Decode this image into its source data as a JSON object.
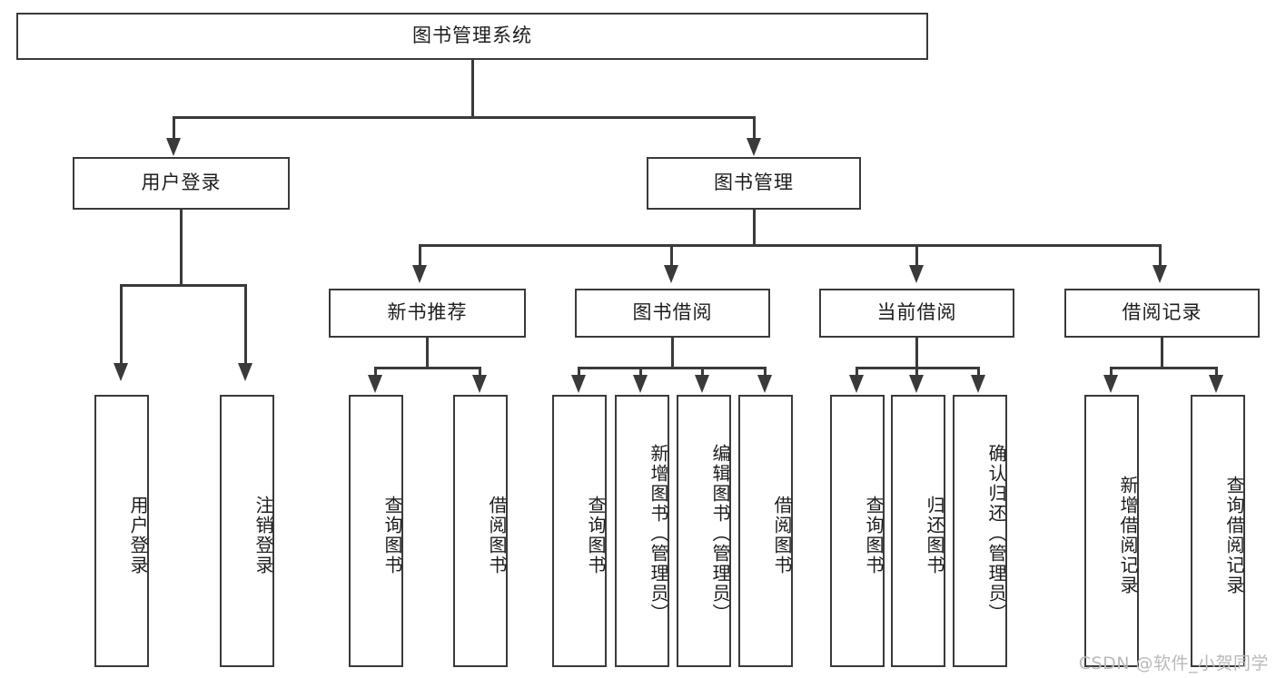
{
  "diagram": {
    "title": "图书管理系统",
    "type": "hierarchy-tree",
    "root": {
      "label": "图书管理系统"
    },
    "level2": [
      {
        "label": "用户登录"
      },
      {
        "label": "图书管理"
      }
    ],
    "level3": [
      {
        "label": "新书推荐"
      },
      {
        "label": "图书借阅"
      },
      {
        "label": "当前借阅"
      },
      {
        "label": "借阅记录"
      }
    ],
    "leaves": {
      "user_login": [
        {
          "label": "用户登录"
        },
        {
          "label": "注销登录"
        }
      ],
      "new_book_recommend": [
        {
          "label": "查询图书"
        },
        {
          "label": "借阅图书"
        }
      ],
      "book_borrow": [
        {
          "label": "查询图书"
        },
        {
          "label": "新增图书（管理员）"
        },
        {
          "label": "编辑图书（管理员）"
        },
        {
          "label": "借阅图书"
        }
      ],
      "current_borrow": [
        {
          "label": "查询图书"
        },
        {
          "label": "归还图书"
        },
        {
          "label": "确认归还（管理员）"
        }
      ],
      "borrow_record": [
        {
          "label": "新增借阅记录"
        },
        {
          "label": "查询借阅记录"
        }
      ]
    }
  },
  "watermark": {
    "text": "CSDN @软件_小贺同学"
  },
  "colors": {
    "border": "#3a3a3a",
    "text": "#1d1d1d",
    "background": "#ffffff",
    "watermark": "#b9b9b9"
  }
}
